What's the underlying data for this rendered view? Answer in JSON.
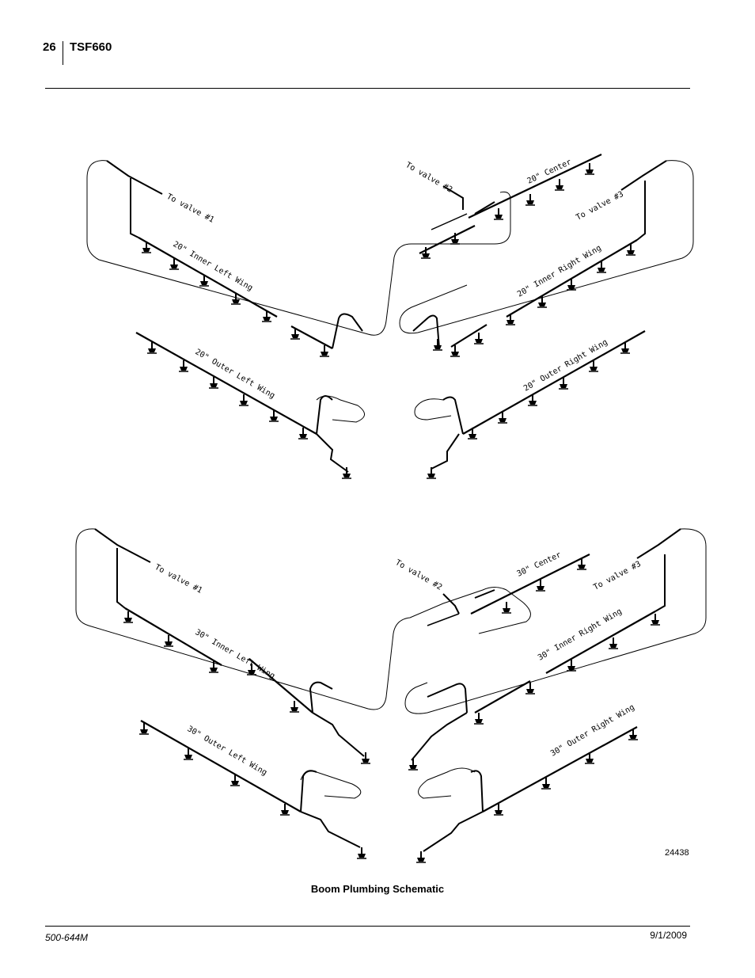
{
  "header": {
    "page_number": "26",
    "model": "TSF660"
  },
  "footer": {
    "doc_number": "500-644M",
    "date": "9/1/2009"
  },
  "figure": {
    "number": "24438",
    "caption": "Boom Plumbing Schematic",
    "top_labels": {
      "valve1": "To valve #1",
      "valve2": "To valve #2",
      "valve3": "To valve #3",
      "center": "20\" Center",
      "inner_left": "20\" Inner Left Wing",
      "inner_right": "20\" Inner Right Wing",
      "outer_left": "20\" Outer Left Wing",
      "outer_right": "20\" Outer Right Wing"
    },
    "bottom_labels": {
      "valve1": "To valve #1",
      "valve2": "To valve #2",
      "valve3": "To valve #3",
      "center": "30\" Center",
      "inner_left": "30\" Inner Left Wing",
      "inner_right": "30\" Inner Right Wing",
      "outer_left": "30\" Outer Left Wing",
      "outer_right": "30\" Outer Right Wing"
    }
  }
}
